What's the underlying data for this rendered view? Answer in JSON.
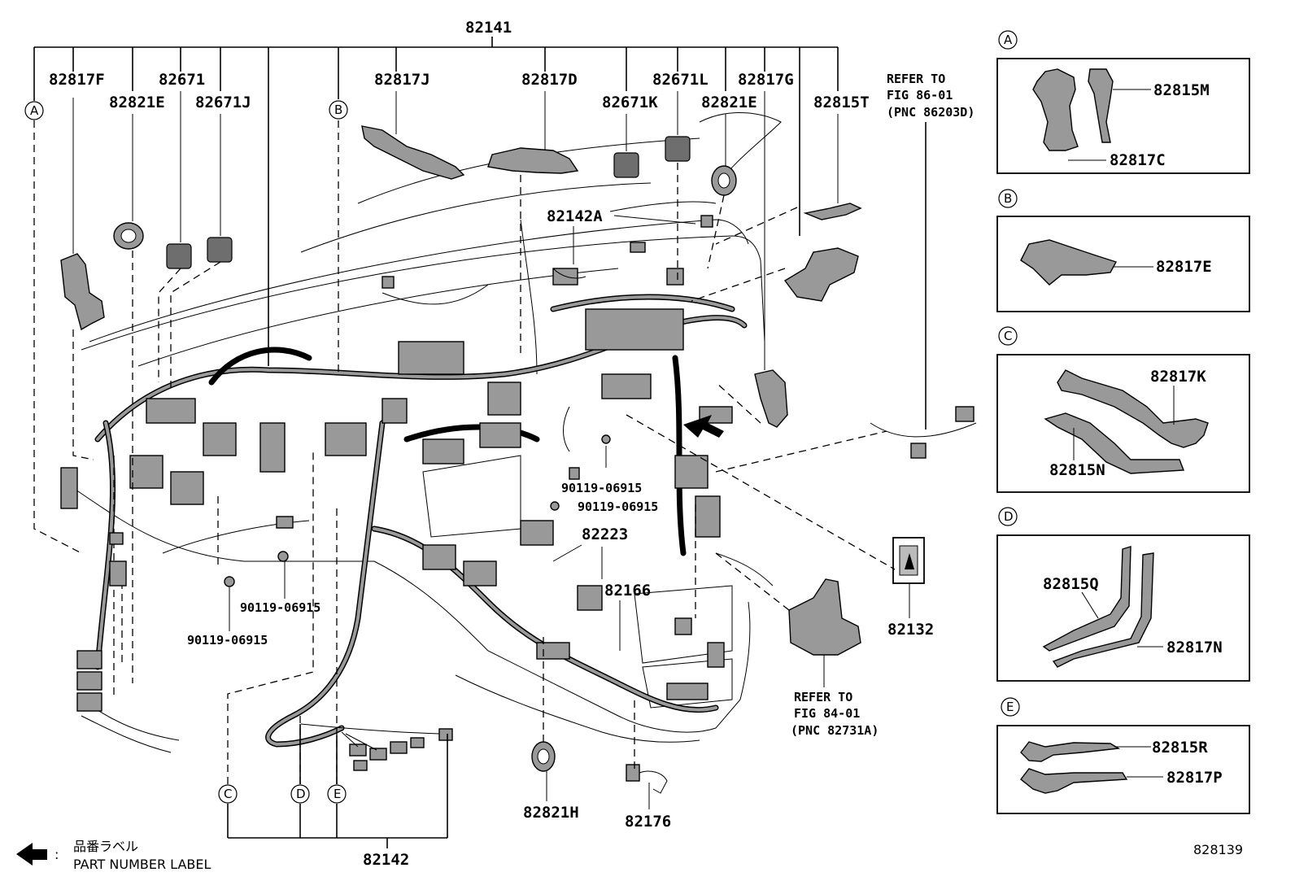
{
  "labels": {
    "main_harness": "82141",
    "p82817F": "82817F",
    "p82671": "82671",
    "p82821E_left": "82821E",
    "p82671J": "82671J",
    "p82817J": "82817J",
    "p82817D": "82817D",
    "p82671K": "82671K",
    "p82671L": "82671L",
    "p82821E_right": "82821E",
    "p82817G": "82817G",
    "p82815T": "82815T",
    "p82142A": "82142A",
    "bolt_1": "90119-06915",
    "bolt_2": "90119-06915",
    "bolt_3": "90119-06915",
    "bolt_4": "90119-06915",
    "p82223": "82223",
    "p82166": "82166",
    "p82132": "82132",
    "p82821H": "82821H",
    "p82176": "82176",
    "p82142": "82142"
  },
  "refs": {
    "top_ref_line1": "REFER TO",
    "top_ref_line2": "FIG 86-01",
    "top_ref_line3": "(PNC 86203D)",
    "mid_ref_line1": "REFER TO",
    "mid_ref_line2": "FIG 84-01",
    "mid_ref_line3": "(PNC 82731A)"
  },
  "callouts": {
    "A": "A",
    "B": "B",
    "C": "C",
    "D": "D",
    "E": "E"
  },
  "detail_boxes": {
    "A": {
      "letter": "A",
      "parts": [
        "82815M",
        "82817C"
      ]
    },
    "B": {
      "letter": "B",
      "parts": [
        "82817E"
      ]
    },
    "C": {
      "letter": "C",
      "parts": [
        "82817K",
        "82815N"
      ]
    },
    "D": {
      "letter": "D",
      "parts": [
        "82815Q",
        "82817N"
      ]
    },
    "E": {
      "letter": "E",
      "parts": [
        "82815R",
        "82817P"
      ]
    }
  },
  "legend": {
    "jp_text": "品番ラベル",
    "en_text": "PART NUMBER LABEL",
    "arrow_icon": "left-arrow-icon"
  },
  "figure_id": "828139",
  "colors": {
    "ink": "#000000",
    "part_fill": "#999999",
    "background": "#ffffff"
  }
}
